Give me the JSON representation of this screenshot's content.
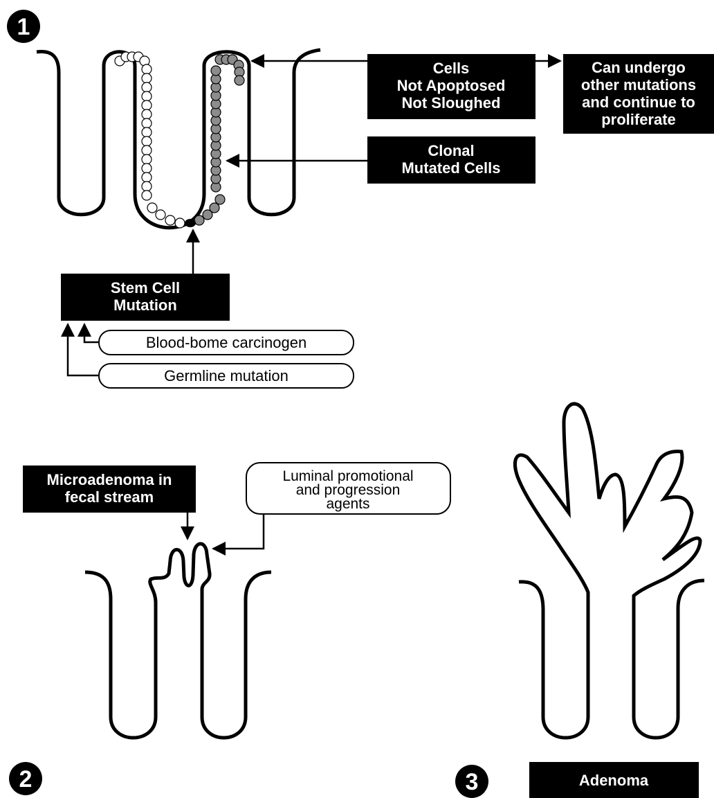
{
  "panel1": {
    "number": "1",
    "cells_box": [
      "Cells",
      "Not Apoptosed",
      "Not Sloughed"
    ],
    "mutations_box": [
      "Can undergo",
      "other mutations",
      "and continue to",
      "proliferate"
    ],
    "clonal_box": [
      "Clonal",
      "Mutated Cells"
    ],
    "stem_box": [
      "Stem Cell",
      "Mutation"
    ],
    "carcinogen_label": "Blood-bome carcinogen",
    "germline_label": "Germline mutation"
  },
  "panel2": {
    "number": "2",
    "microadenoma_box": [
      "Microadenoma in",
      "fecal stream"
    ],
    "luminal_label": [
      "Luminal promotional",
      "and progression",
      "agents"
    ]
  },
  "panel3": {
    "number": "3",
    "adenoma_box": "Adenoma"
  },
  "colors": {
    "ink": "#000000",
    "paper": "#ffffff",
    "mutated_cells": "#8c8c8c"
  }
}
